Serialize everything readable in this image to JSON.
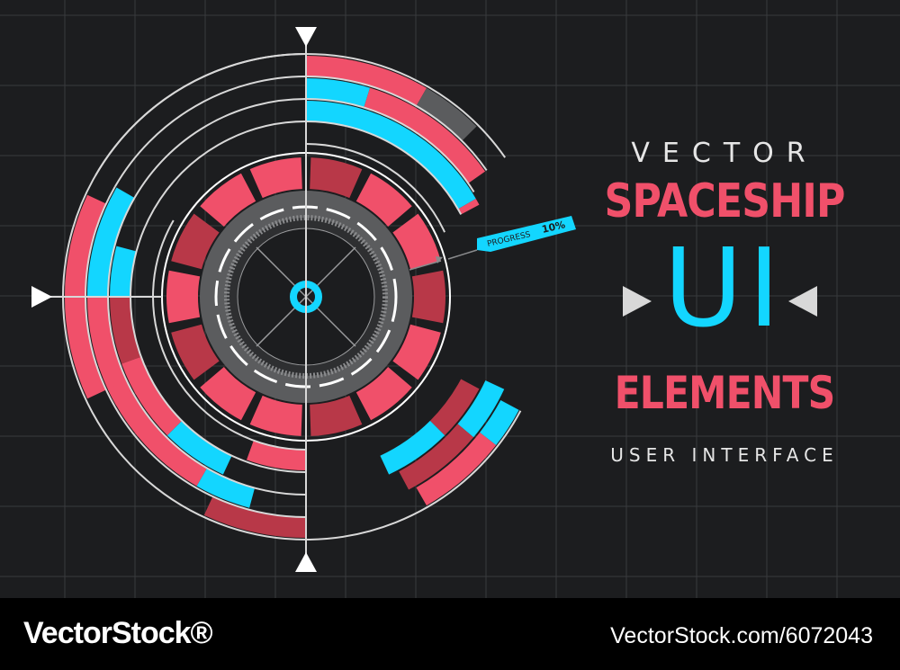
{
  "colors": {
    "background": "#1c1d1f",
    "grid": "#393a3d",
    "red": "#f0506a",
    "dark_red": "#b83848",
    "cyan": "#13d6ff",
    "white": "#ffffff",
    "grey": "#5b5c5e"
  },
  "title": {
    "line1": "VECTOR",
    "line2": "SPACESHIP",
    "line3": "UI",
    "line4": "ELEMENTS",
    "line5": "USER INTERFACE"
  },
  "progress": {
    "label": "PROGRESS",
    "value_text": "10%",
    "value": 10
  },
  "footer": {
    "brand": "VectorStock®",
    "credit": "VectorStock.com/6072043"
  },
  "icons": [
    "triangle-arrow-icon",
    "triangle-arrow-icon"
  ]
}
